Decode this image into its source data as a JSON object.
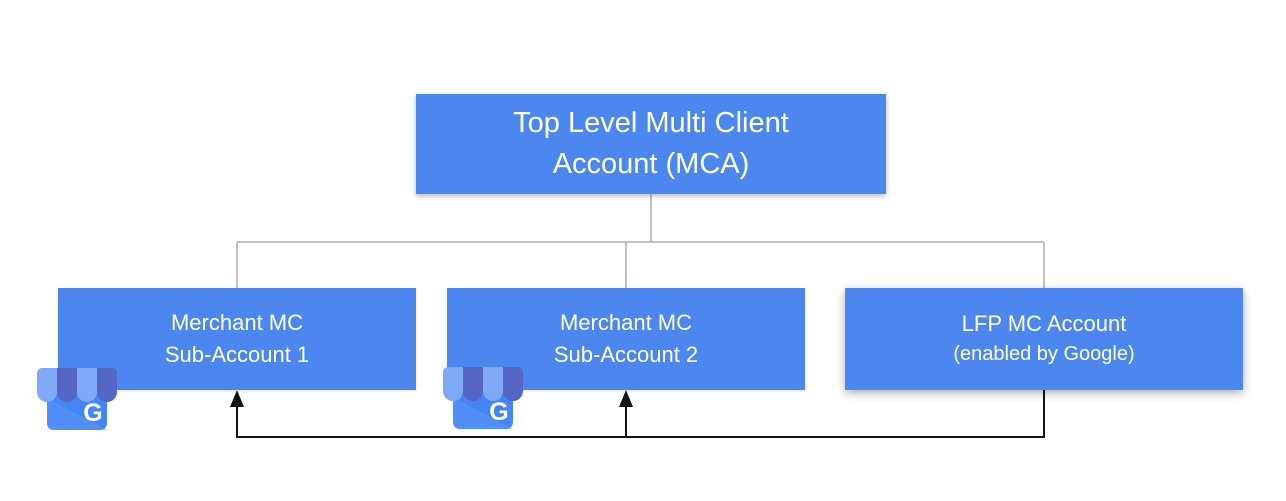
{
  "diagram": {
    "nodes": {
      "mca": {
        "line1": "Top Level Multi Client",
        "line2": "Account (MCA)"
      },
      "sub1": {
        "line1": "Merchant MC",
        "line2": "Sub-Account 1"
      },
      "sub2": {
        "line1": "Merchant MC",
        "line2": "Sub-Account 2"
      },
      "lfp": {
        "line1": "LFP MC Account",
        "line2": "(enabled by Google)"
      }
    },
    "edges": {
      "tree": [
        {
          "from": "mca",
          "to": "sub1"
        },
        {
          "from": "mca",
          "to": "sub2"
        },
        {
          "from": "mca",
          "to": "lfp"
        }
      ],
      "arrows": [
        {
          "from": "lfp",
          "to": "sub1"
        },
        {
          "from": "lfp",
          "to": "sub2"
        }
      ]
    },
    "icons": {
      "gmb_letter": "G"
    }
  },
  "colors": {
    "node_fill": "#4c87ef",
    "node_text": "#ffffff",
    "tree_connector": "#adadad",
    "flow_connector": "#141414",
    "gmb_body": "#4285f4",
    "gmb_body_highlight": "#5c97f5",
    "gmb_stripe_light": "#7fa9f4",
    "gmb_stripe_dark": "#5566c4"
  }
}
